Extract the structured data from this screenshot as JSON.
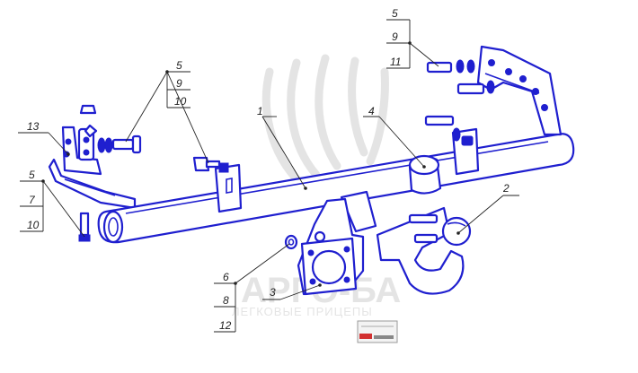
{
  "colors": {
    "part_stroke": "#1f1fcf",
    "leader": "#222222",
    "watermark": "#cfcfcf"
  },
  "watermark": {
    "brand": "АРГО-БА",
    "subtitle": "ЛЕГКОВЫЕ ПРИЦЕПЫ"
  },
  "callouts": {
    "c1": "1",
    "c2": "2",
    "c3": "3",
    "c4": "4",
    "c13": "13",
    "right_stack": [
      "5",
      "9",
      "11"
    ],
    "mid_stack": [
      "5",
      "9",
      "10"
    ],
    "left_stack": [
      "5",
      "7",
      "10"
    ],
    "bottom_stack": [
      "6",
      "8",
      "12"
    ]
  }
}
